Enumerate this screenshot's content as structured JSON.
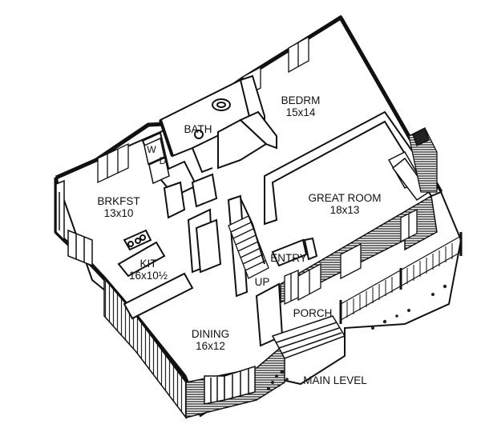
{
  "rooms": {
    "bedroom": {
      "name": "BEDRM",
      "size": "15x14"
    },
    "bath": {
      "name": "BATH"
    },
    "breakfast": {
      "name": "BRKFST",
      "size": "13x10"
    },
    "kitchen": {
      "name": "KIT",
      "size": "16x10½"
    },
    "great_room": {
      "name": "GREAT ROOM",
      "size": "18x13"
    },
    "dining": {
      "name": "DINING",
      "size": "16x12"
    },
    "entry": {
      "name": "ENTRY"
    },
    "porch": {
      "name": "PORCH"
    }
  },
  "fixtures": {
    "washer": "W",
    "dryer": "D"
  },
  "stair_label": "UP",
  "caption": "MAIN LEVEL"
}
